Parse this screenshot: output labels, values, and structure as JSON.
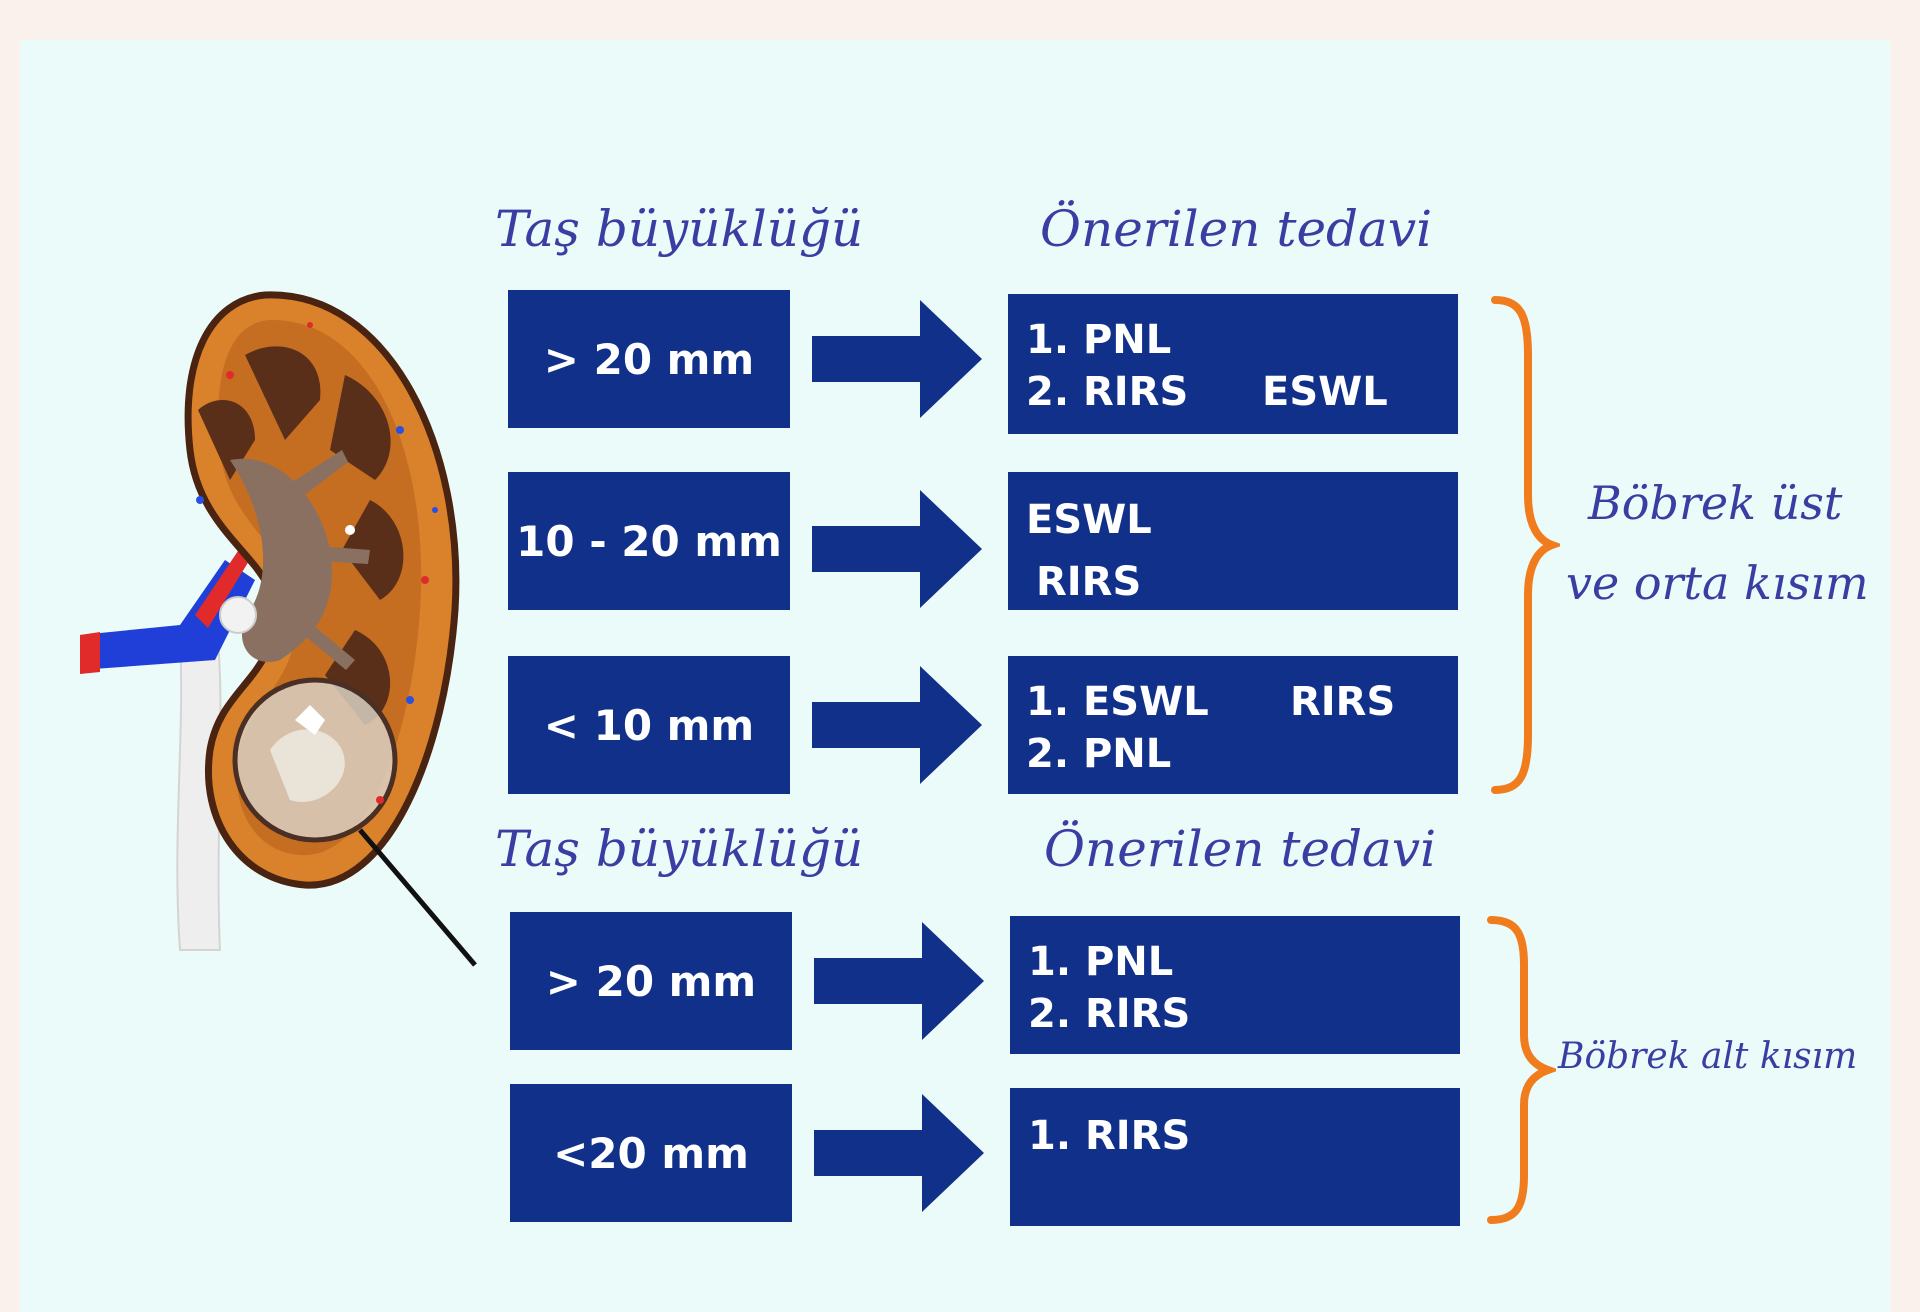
{
  "upper_section": {
    "size_header": "Taş büyüklüğü",
    "treatment_header": "Önerilen tedavi",
    "rows": [
      {
        "size": "> 20 mm",
        "treatment_lines": [
          "1. PNL",
          "2. RIRS"
        ],
        "treatment_extra": "ESWL"
      },
      {
        "size": "10 - 20 mm",
        "treatment_lines": [
          "ESWL",
          "RIRS"
        ],
        "treatment_extra": ""
      },
      {
        "size": "< 10 mm",
        "treatment_lines": [
          "1. ESWL",
          "2. PNL"
        ],
        "treatment_extra": "RIRS"
      }
    ],
    "region_label_line1": "Böbrek üst",
    "region_label_line2": "ve orta kısım"
  },
  "lower_section": {
    "size_header": "Taş büyüklüğü",
    "treatment_header": "Önerilen tedavi",
    "rows": [
      {
        "size": "> 20 mm",
        "treatment_lines": [
          "1. PNL",
          "2. RIRS"
        ]
      },
      {
        "size": "<20 mm",
        "treatment_lines": [
          "1.  RIRS"
        ]
      }
    ],
    "region_label": "Böbrek alt kısım"
  },
  "colors": {
    "box_fill": "#10308a",
    "arrow_fill": "#10308a",
    "brace": "#f07c1e",
    "header_text": "#3a3ea3",
    "panel_bg": "#ebfbf9"
  },
  "illustration": "kidney-cross-section-icon"
}
